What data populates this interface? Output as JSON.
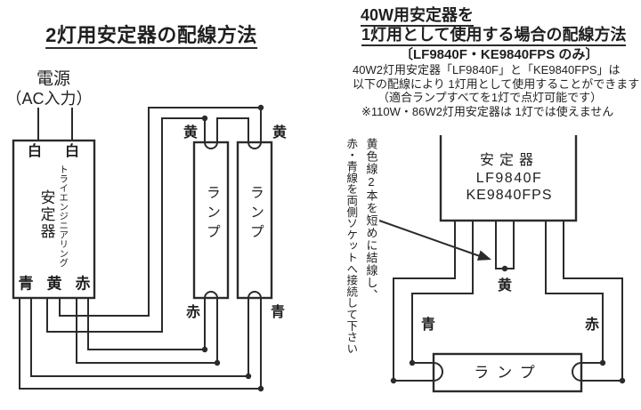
{
  "left_diagram": {
    "title": "2灯用安定器の配線方法",
    "power": {
      "label": "電源",
      "sub_label": "（AC入力）"
    },
    "ballast": {
      "terminal_top_1": "白",
      "terminal_top_2": "白",
      "brand_vertical": "トライエンジニアリング",
      "name_vertical": "安定器",
      "terminal_bottom_blue": "青",
      "terminal_bottom_yellow": "黄",
      "terminal_bottom_red": "赤"
    },
    "lamps": [
      {
        "name": "ランプ",
        "top_label": "黄",
        "bottom_label": "赤"
      },
      {
        "name": "ランプ",
        "top_label": "黄",
        "bottom_label": "青"
      }
    ]
  },
  "right_diagram": {
    "title_line1": "40W用安定器を",
    "title_line2": "1灯用として使用する場合の配線方法",
    "models_note": "〔LF9840F・KE9840FPS のみ〕",
    "description_line1": "40W2灯用安定器「LF9840F」と「KE9840FPS」は",
    "description_line2": "以下の配線により 1灯用として使用することができます",
    "description_line3": "（適合ランプすべてを1灯で点灯可能です）",
    "warning": "※110W・86W2灯用安定器は 1灯では使えません",
    "ballast": {
      "label": "安定器",
      "model1": "LF9840F",
      "model2": "KE9840FPS"
    },
    "instruction_vertical_1": "黄色線2本を短めに結線し、",
    "instruction_vertical_2": "赤・青線を両側ソケットへ接続して下さい",
    "wire_label_yellow": "黄",
    "wire_label_blue": "青",
    "wire_label_red": "赤",
    "lamp": "ランプ"
  },
  "colors": {
    "ink": "#2b2b2b",
    "background": "#ffffff"
  }
}
